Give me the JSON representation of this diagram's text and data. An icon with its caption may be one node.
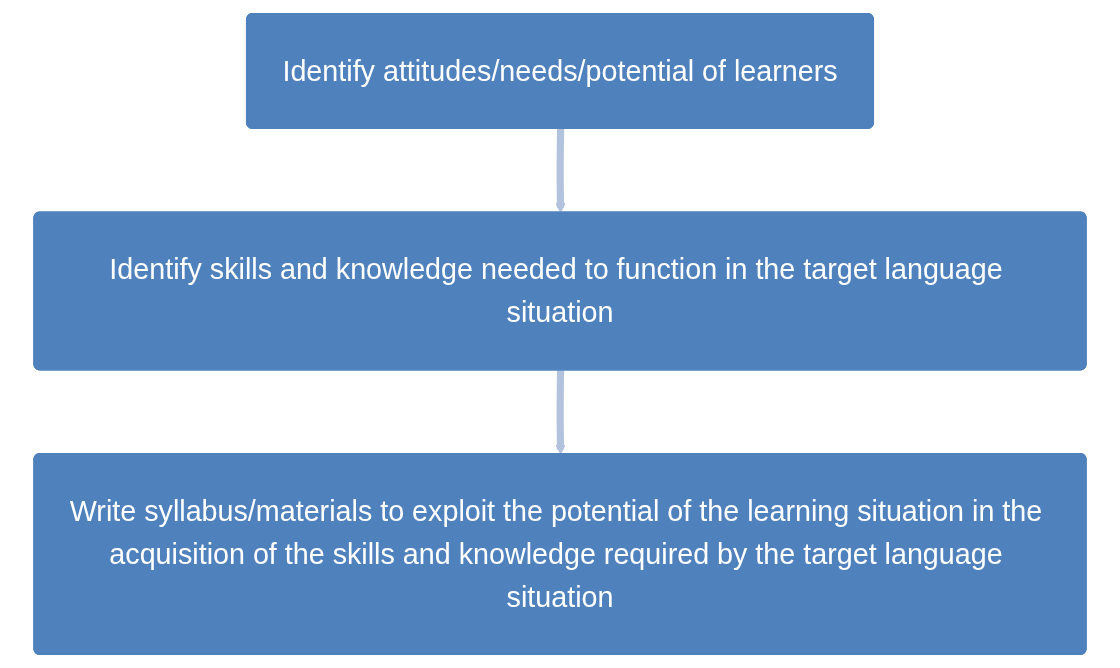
{
  "diagram": {
    "nodes": [
      {
        "text": [
          "Identify attitudes/needs/potential of learners"
        ]
      },
      {
        "text": [
          "Identify skills and knowledge needed to function in the target language situation"
        ]
      },
      {
        "text": [
          "Write syllabus/materials to exploit the potential of the learning situation in the acquisition of the skills and knowledge required by the target language situation"
        ]
      }
    ],
    "edges": [
      {
        "from": 0,
        "to": 1,
        "arrow": "to"
      },
      {
        "from": 1,
        "to": 2,
        "arrow": "to"
      }
    ]
  }
}
